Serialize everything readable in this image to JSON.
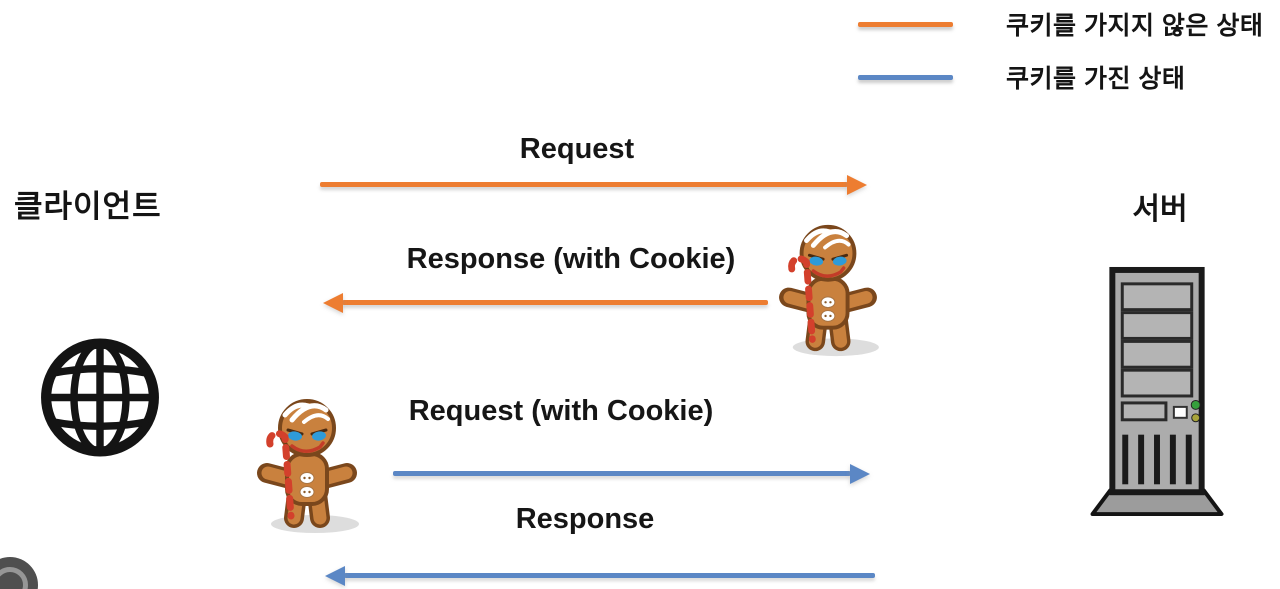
{
  "legend": {
    "items": [
      {
        "id": "no-cookie",
        "label": "쿠키를 가지지 않은 상태",
        "color": "#ED7D31"
      },
      {
        "id": "with-cookie",
        "label": "쿠키를 가진 상태",
        "color": "#5B87C5"
      }
    ]
  },
  "actors": {
    "client": {
      "label": "클라이언트",
      "icon": "globe-icon"
    },
    "server": {
      "label": "서버",
      "icon": "server-tower-icon"
    }
  },
  "flows": [
    {
      "label": "Request",
      "direction": "right",
      "cookie_state": "no-cookie"
    },
    {
      "label": "Response (with Cookie)",
      "direction": "left",
      "cookie_state": "no-cookie"
    },
    {
      "label": "Request (with Cookie)",
      "direction": "right",
      "cookie_state": "with-cookie"
    },
    {
      "label": "Response",
      "direction": "left",
      "cookie_state": "with-cookie"
    }
  ],
  "icons": {
    "cookie_mascot": "gingerbread-man-icon",
    "client": "globe-icon",
    "server": "server-tower-icon"
  },
  "colors": {
    "orange": "#ED7D31",
    "blue": "#5B87C5",
    "text": "#1A1A1A"
  }
}
